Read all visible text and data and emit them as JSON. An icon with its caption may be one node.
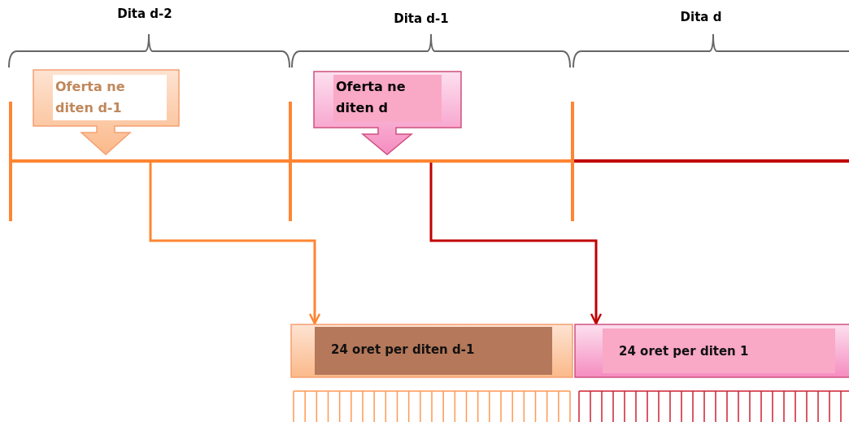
{
  "diagram": {
    "nodes": [
      {
        "text": [
          "Oferta ne diten d-1"
        ]
      },
      {
        "text": [
          "Oferta ne diten d"
        ]
      },
      {
        "text": [
          "24 oret per diten d-1"
        ]
      },
      {
        "text": [
          "24 oret per diten 1"
        ]
      }
    ],
    "edges": [
      {
        "from": null,
        "to": 2,
        "arrow": "to",
        "color": "#ff8533"
      },
      {
        "from": null,
        "to": 3,
        "arrow": "to",
        "color": "#c00000"
      }
    ],
    "labels": [
      "Dita d-2",
      "Dita d-1",
      "Dita d"
    ]
  }
}
